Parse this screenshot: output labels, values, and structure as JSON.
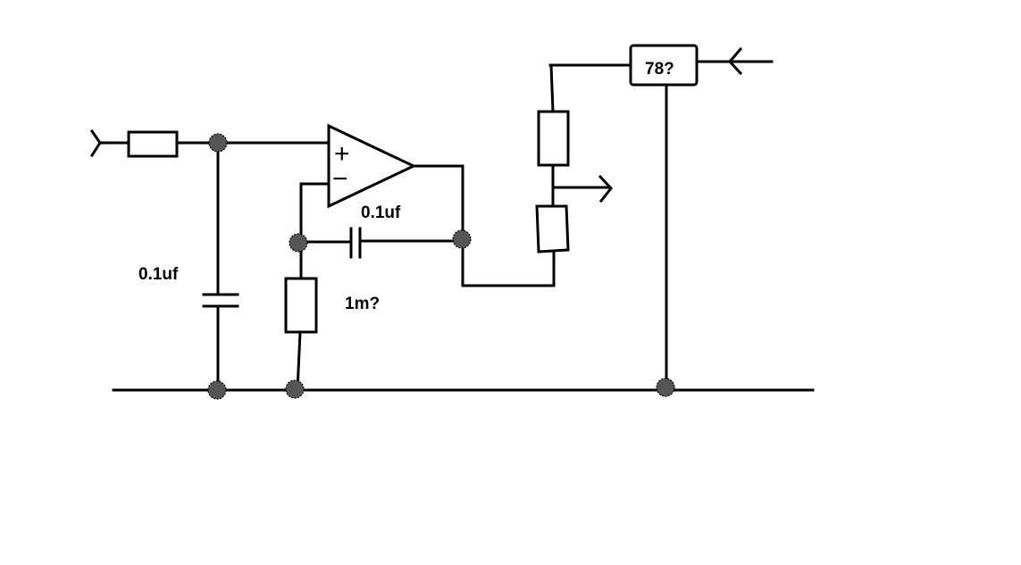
{
  "labels": {
    "input_capacitor": "0.1uf",
    "feedback_capacitor": "0.1uf",
    "feedback_resistor": "1m?",
    "regulator": "78?",
    "opamp_plus": "+",
    "opamp_minus": "−"
  },
  "colors": {
    "ink": "#000000",
    "junction_fill": "#555555",
    "background": "#ffffff"
  }
}
